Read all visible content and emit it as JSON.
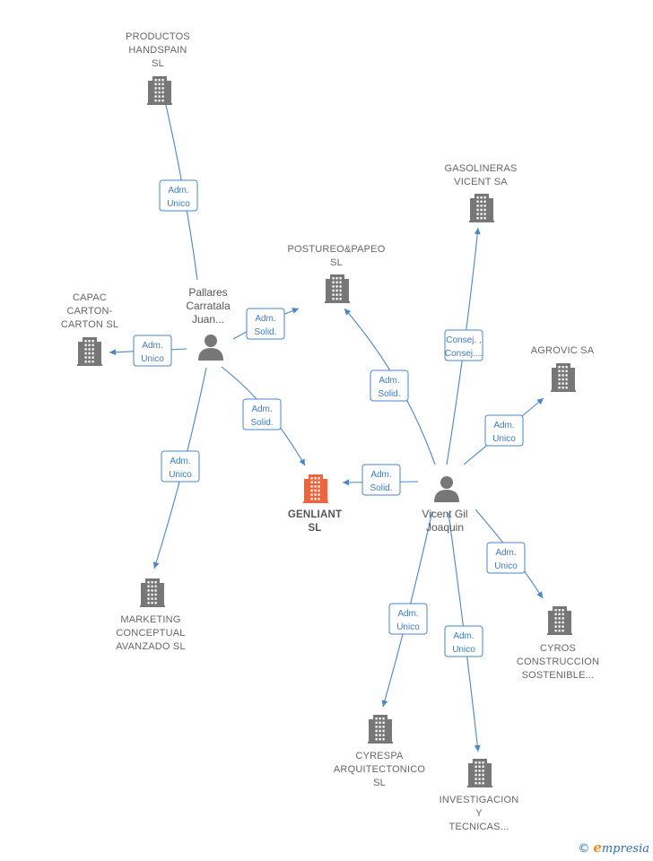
{
  "colors": {
    "edge": "#4a86c8",
    "building": "#777777",
    "building_main": "#f0643c",
    "person": "#777777"
  },
  "companies": [
    {
      "id": "productos",
      "lines": [
        "PRODUCTOS",
        "HANDSPAIN",
        "SL"
      ],
      "icon": "building-icon"
    },
    {
      "id": "capac",
      "lines": [
        "CAPAC",
        "CARTON-",
        "CARTON  SL"
      ],
      "icon": "building-icon"
    },
    {
      "id": "marketing",
      "lines": [
        "MARKETING",
        "CONCEPTUAL",
        "AVANZADO SL"
      ],
      "icon": "building-icon"
    },
    {
      "id": "postureo",
      "lines": [
        "POSTUREO&PAPEO",
        "SL"
      ],
      "icon": "building-icon"
    },
    {
      "id": "gasolineras",
      "lines": [
        "GASOLINERAS",
        "VICENT SA"
      ],
      "icon": "building-icon"
    },
    {
      "id": "agrovic",
      "lines": [
        "AGROVIC SA"
      ],
      "icon": "building-icon"
    },
    {
      "id": "genliant",
      "lines": [
        "GENLIANT",
        "SL"
      ],
      "icon": "building-icon",
      "main": true
    },
    {
      "id": "cyros",
      "lines": [
        "CYROS",
        "CONSTRUCCION",
        "SOSTENIBLE..."
      ],
      "icon": "building-icon"
    },
    {
      "id": "cyrespa",
      "lines": [
        "CYRESPA",
        "ARQUITECTONICO",
        "SL"
      ],
      "icon": "building-icon"
    },
    {
      "id": "investigacion",
      "lines": [
        "INVESTIGACION",
        "Y",
        "TECNICAS..."
      ],
      "icon": "building-icon"
    }
  ],
  "people": [
    {
      "id": "pallares",
      "lines": [
        "Pallares",
        "Carratala",
        "Juan..."
      ],
      "icon": "person-icon"
    },
    {
      "id": "vicent",
      "lines": [
        "Vicent Gil",
        "Joaquin"
      ],
      "icon": "person-icon"
    }
  ],
  "relations": [
    {
      "from": "pallares",
      "to": "productos",
      "label": [
        "Adm.",
        "Unico"
      ]
    },
    {
      "from": "pallares",
      "to": "capac",
      "label": [
        "Adm.",
        "Unico"
      ]
    },
    {
      "from": "pallares",
      "to": "postureo",
      "label": [
        "Adm.",
        "Solid."
      ]
    },
    {
      "from": "pallares",
      "to": "genliant",
      "label": [
        "Adm.",
        "Solid."
      ]
    },
    {
      "from": "pallares",
      "to": "marketing",
      "label": [
        "Adm.",
        "Unico"
      ]
    },
    {
      "from": "vicent",
      "to": "postureo",
      "label": [
        "Adm.",
        "Solid."
      ]
    },
    {
      "from": "vicent",
      "to": "gasolineras",
      "label": [
        "Consej. ,",
        "Consej...."
      ]
    },
    {
      "from": "vicent",
      "to": "agrovic",
      "label": [
        "Adm.",
        "Unico"
      ]
    },
    {
      "from": "vicent",
      "to": "genliant",
      "label": [
        "Adm.",
        "Solid."
      ]
    },
    {
      "from": "vicent",
      "to": "cyros",
      "label": [
        "Adm.",
        "Unico"
      ]
    },
    {
      "from": "vicent",
      "to": "cyrespa",
      "label": [
        "Adm.",
        "Unico"
      ]
    },
    {
      "from": "vicent",
      "to": "investigacion",
      "label": [
        "Adm.",
        "Unico"
      ]
    }
  ],
  "footer": {
    "copyright": "©",
    "brand_e": "e",
    "brand_rest": "mpresia"
  }
}
